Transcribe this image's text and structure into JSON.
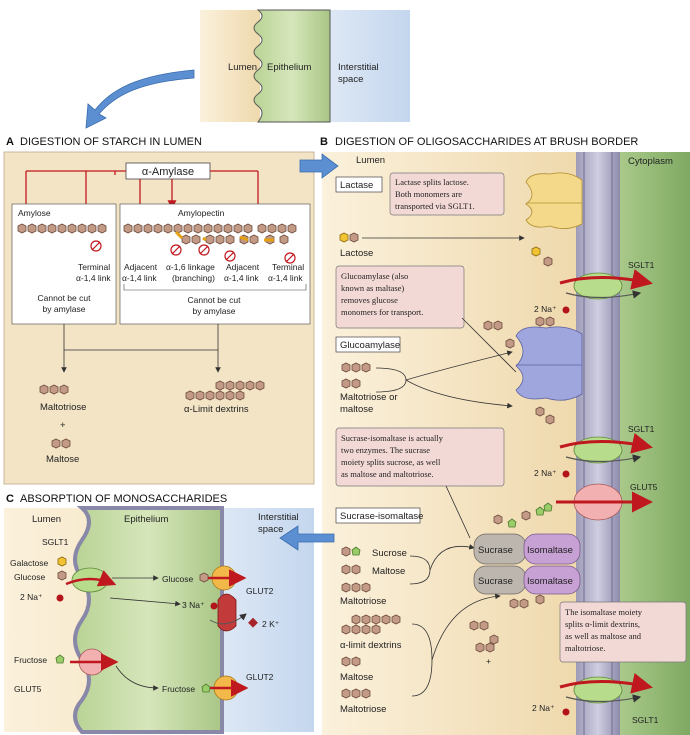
{
  "top": {
    "lumen": "Lumen",
    "epithelium": "Epithelium",
    "interstitial_1": "Interstitial",
    "interstitial_2": "space"
  },
  "panel_a": {
    "letter": "A",
    "title": "DIGESTION OF STARCH IN LUMEN",
    "enzyme": "α-Amylase",
    "amylose": "Amylose",
    "amylopectin": "Amylopectin",
    "terminal_1": "Terminal",
    "terminal_2": "α-1,4 link",
    "cannot_1": "Cannot be cut",
    "cannot_2": "by amylase",
    "adjacent_1": "Adjacent",
    "adjacent_2": "α-1,4 link",
    "branch_1": "α-1,6 linkage",
    "branch_2": "(branching)",
    "adjacent2_1": "Adjacent",
    "adjacent2_2": "α-1,4 link",
    "terminal2_1": "Terminal",
    "terminal2_2": "α-1,4 link",
    "cannot2_1": "Cannot be cut",
    "cannot2_2": "by amylase",
    "maltotriose": "Maltotriose",
    "plus": "+",
    "maltose": "Maltose",
    "limit_dextrins": "α-Limit dextrins"
  },
  "panel_b": {
    "letter": "B",
    "title": "DIGESTION OF OLIGOSACCHARIDES AT BRUSH BORDER",
    "lumen": "Lumen",
    "cytoplasm": "Cytoplasm",
    "lactase": "Lactase",
    "lactase_note_1": "Lactase splits lactose.",
    "lactase_note_2": "Both monomers are",
    "lactase_note_3": "transported via SGLT1.",
    "lactose": "Lactose",
    "sglt1_a": "SGLT1",
    "na_a": "2 Na⁺",
    "gluco_note_1": "Glucoamylase (also",
    "gluco_note_2": "known as maltase)",
    "gluco_note_3": "removes glucose",
    "gluco_note_4": "monomers for transport.",
    "glucoamylase": "Glucoamylase",
    "maltotriose_or_1": "Maltotriose or",
    "maltotriose_or_2": "maltose",
    "sglt1_b": "SGLT1",
    "na_b": "2 Na⁺",
    "sucrase_note_1": "Sucrase-isomaltase is actually",
    "sucrase_note_2": "two enzymes. The sucrase",
    "sucrase_note_3": "moiety splits sucrose, as well",
    "sucrase_note_4": "as maltose and maltotriose.",
    "glut5": "GLUT5",
    "sucrase_isomaltase": "Sucrase-isomaltase",
    "sucrose": "Sucrose",
    "maltose": "Maltose",
    "maltotriose": "Maltotriose",
    "sucrase_1": "Sucrase",
    "sucrase_2": "Sucrase",
    "isomaltase_1": "Isomaltase",
    "isomaltase_2": "Isomaltase",
    "limit_dextrins": "α-limit dextrins",
    "maltose_2": "Maltose",
    "maltotriose_2": "Maltotriose",
    "iso_note_1": "The isomaltase moiety",
    "iso_note_2": "splits α-limit dextrins,",
    "iso_note_3": "as well as maltose and",
    "iso_note_4": "maltotriose.",
    "na_c": "2 Na⁺",
    "sglt1_c": "SGLT1"
  },
  "panel_c": {
    "letter": "C",
    "title": "ABSORPTION OF MONOSACCHARIDES",
    "lumen": "Lumen",
    "epithelium": "Epithelium",
    "interstitial_1": "Interstitial",
    "interstitial_2": "space",
    "sglt1": "SGLT1",
    "galactose": "Galactose",
    "glucose": "Glucose",
    "na": "2 Na⁺",
    "glucose_in": "Glucose",
    "glut2_a": "GLUT2",
    "na3": "3 Na⁺",
    "k2": "2 K⁺",
    "fructose": "Fructose",
    "glut5": "GLUT5",
    "fructose_in": "Fructose",
    "glut2_b": "GLUT2"
  },
  "colors": {
    "lumen": "#f6e6c6",
    "epithelium": "#c7dca7",
    "interstitial": "#d4e2f2",
    "membrane": "#8a88a8",
    "arrow_blue": "#5b8fd2",
    "enzyme_red": "#c0181f",
    "note_pink": "#f3d9d6",
    "sugar_brown": "#b07f6a"
  }
}
